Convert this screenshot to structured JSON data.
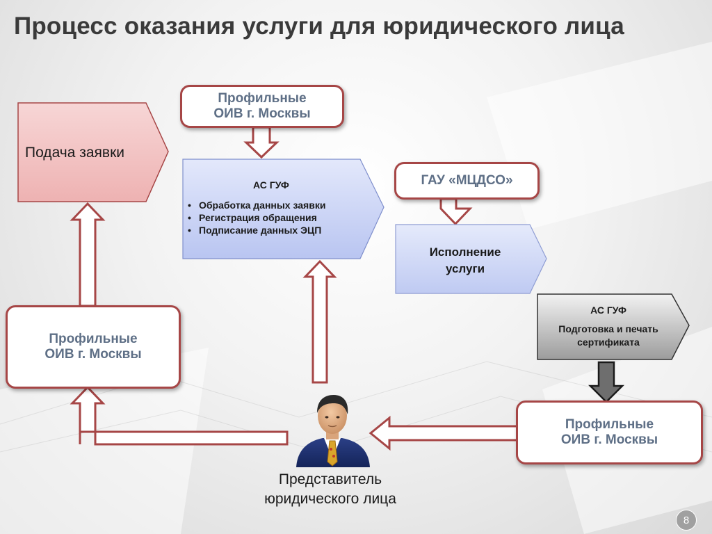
{
  "title": "Процесс оказания услуги для юридического лица",
  "oiv_top": {
    "line1": "Профильные",
    "line2": "ОИВ г. Москвы"
  },
  "oiv_left": {
    "line1": "Профильные",
    "line2": "ОИВ г. Москвы"
  },
  "oiv_right": {
    "line1": "Профильные",
    "line2": "ОИВ г. Москвы"
  },
  "gau": {
    "label": "ГАУ «МЦДСО»"
  },
  "submit": {
    "label": "Подача заявки"
  },
  "as_guf_1": {
    "title": "АС ГУФ",
    "items": [
      "Обработка данных заявки",
      "Регистрация обращения",
      "Подписание данных ЭЦП"
    ]
  },
  "execution": {
    "line1": "Исполнение",
    "line2": "услуги"
  },
  "as_guf_2": {
    "title": "АС ГУФ",
    "line1": "Подготовка и печать",
    "line2": "сертификата"
  },
  "person": {
    "line1": "Представитель",
    "line2": "юридического лица"
  },
  "page_number": "8",
  "colors": {
    "border": "#a64646",
    "oiv_text": "#5e6f86",
    "submit_fill": "#f4c4c4",
    "chevron_blue": "#c9d3f5",
    "chevron_gray": "#a8a8a8",
    "arrow_fill": "#ffffff"
  },
  "icons": [
    "businessman-icon"
  ]
}
